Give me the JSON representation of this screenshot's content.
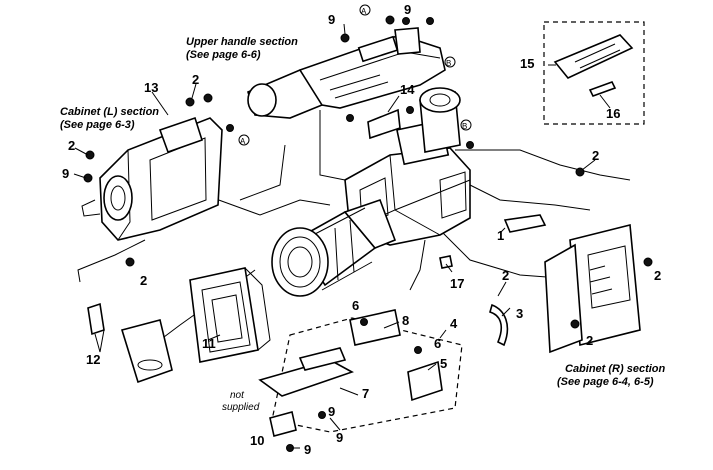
{
  "diagram": {
    "section_labels": {
      "upper_handle": [
        "Upper handle section",
        "(See page 6-6)"
      ],
      "cabinet_l": [
        "Cabinet (L) section",
        "(See page 6-3)"
      ],
      "cabinet_r": [
        "Cabinet (R) section",
        "(See page 6-4, 6-5)"
      ],
      "not_supplied": [
        "not",
        "supplied"
      ]
    },
    "callouts": {
      "c1": "1",
      "c2a": "2",
      "c2b": "2",
      "c2c": "2",
      "c2d": "2",
      "c2e": "2",
      "c2f": "2",
      "c2g": "2",
      "c3": "3",
      "c4": "4",
      "c5": "5",
      "c6a": "6",
      "c6b": "6",
      "c7": "7",
      "c8": "8",
      "c9a": "9",
      "c9b": "9",
      "c9c": "9",
      "c9d": "9",
      "c9e": "9",
      "c9f": "9",
      "c10": "10",
      "c11": "11",
      "c12": "12",
      "c13": "13",
      "c14": "14",
      "c15": "15",
      "c16": "16",
      "c17": "17"
    },
    "connectors": {
      "a1": "A",
      "a2": "A",
      "b1": "B",
      "b2": "B"
    }
  }
}
